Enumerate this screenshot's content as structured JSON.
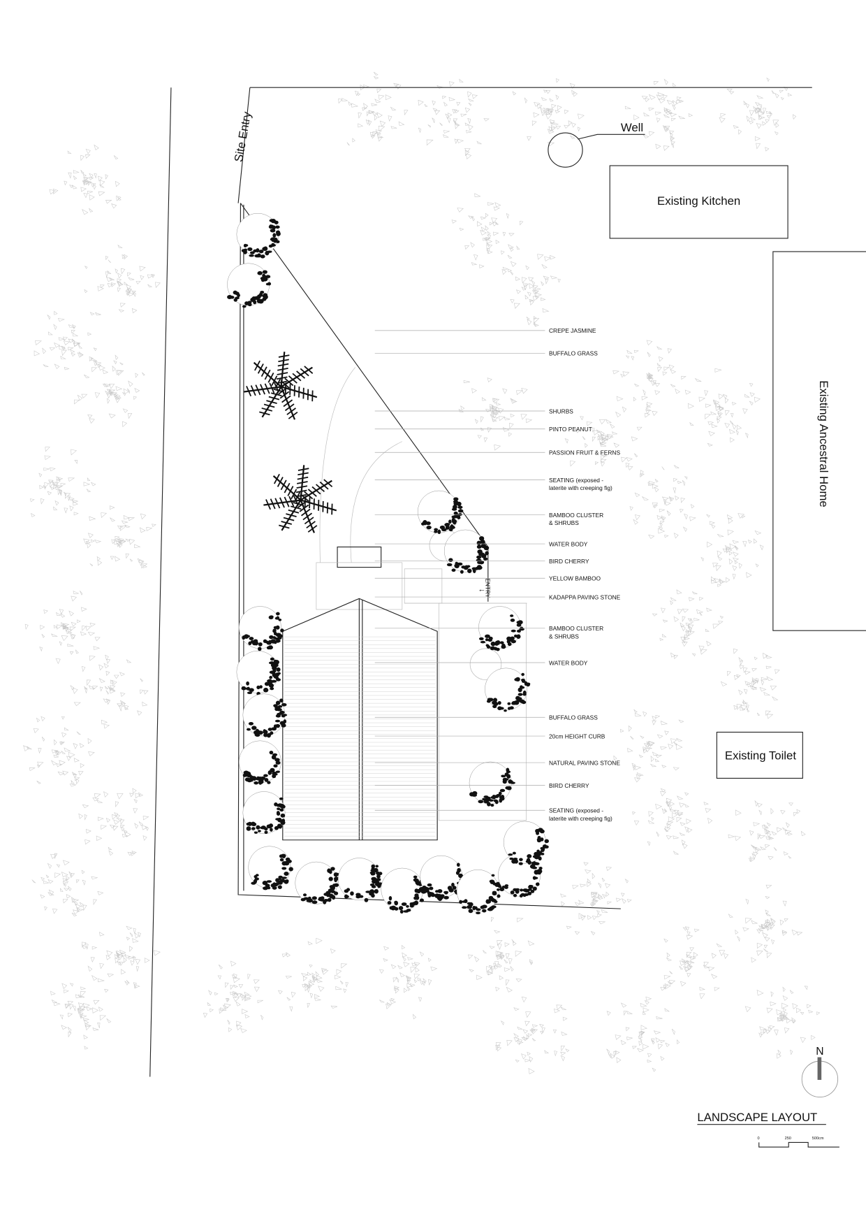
{
  "title": "LANDSCAPE LAYOUT",
  "north_label": "N",
  "scale_bar": {
    "ticks": [
      "0",
      "250",
      "500cm"
    ]
  },
  "context_labels": {
    "site_entry": "Site Entry",
    "well": "Well",
    "existing_kitchen": "Existing Kitchen",
    "existing_ancestral_home": "Existing Ancestral Home",
    "existing_toilet": "Existing Toilet",
    "entry": "ENTRY"
  },
  "legend_labels": [
    {
      "line1": "CREPE JASMINE"
    },
    {
      "line1": "BUFFALO GRASS"
    },
    {
      "line1": "SHURBS"
    },
    {
      "line1": "PINTO PEANUT"
    },
    {
      "line1": "PASSION FRUIT & FERNS"
    },
    {
      "line1": "SEATING (exposed -",
      "line2": "laterite with creeping fig)"
    },
    {
      "line1": "BAMBOO CLUSTER",
      "line2": "& SHRUBS"
    },
    {
      "line1": "WATER BODY"
    },
    {
      "line1": "BIRD CHERRY"
    },
    {
      "line1": "YELLOW BAMBOO"
    },
    {
      "line1": "KADAPPA PAVING STONE"
    },
    {
      "line1": "BAMBOO CLUSTER",
      "line2": "& SHRUBS"
    },
    {
      "line1": "WATER BODY"
    },
    {
      "line1": "BUFFALO GRASS"
    },
    {
      "line1": "20cm HEIGHT CURB"
    },
    {
      "line1": "NATURAL PAVING STONE"
    },
    {
      "line1": "BIRD CHERRY"
    },
    {
      "line1": "SEATING (exposed -",
      "line2": "laterite with creeping fig)"
    }
  ]
}
